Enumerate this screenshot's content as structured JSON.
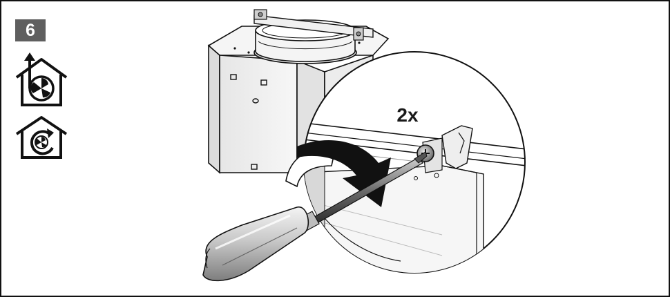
{
  "step": {
    "number": "6"
  },
  "mode_icons": [
    {
      "name": "exhaust-air-mode",
      "icon": "house-fan-arrow-up-icon"
    },
    {
      "name": "recirculation-mode",
      "icon": "house-fan-circulation-icon"
    }
  ],
  "callout": {
    "count_label": "2x"
  },
  "colors": {
    "badge": "#5f5f5f",
    "line": "#1a1a1a",
    "metal_light": "#f2f2f2",
    "metal_mid": "#d8d8d8",
    "metal_dark": "#9a9a9a",
    "arrow": "#111111"
  }
}
